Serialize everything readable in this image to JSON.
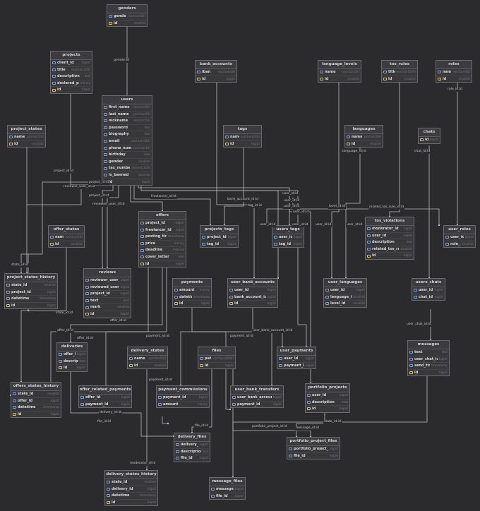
{
  "colors": {
    "background": "#2b2b2d",
    "table_bg": "#38383b",
    "table_border": "#6a6a70",
    "connector": "#bdbdbd",
    "column_icon": "#7f9fd6"
  },
  "tables": [
    {
      "id": "genders",
      "name": "genders",
      "columns": [
        {
          "name": "gender",
          "type": "varchar(50)"
        },
        {
          "name": "id",
          "type": "smallint"
        }
      ]
    },
    {
      "id": "projects",
      "name": "projects",
      "columns": [
        {
          "name": "client_id",
          "type": "bigint"
        },
        {
          "name": "title",
          "type": "varchar(200)"
        },
        {
          "name": "description",
          "type": "text"
        },
        {
          "name": "declared_price",
          "type": "money"
        },
        {
          "name": "id",
          "type": "bigint"
        }
      ]
    },
    {
      "id": "bank_accounts",
      "name": "bank_accounts",
      "columns": [
        {
          "name": "iban",
          "type": "varchar(34)"
        },
        {
          "name": "id",
          "type": "bigint"
        }
      ]
    },
    {
      "id": "language_levels",
      "name": "language_levels",
      "columns": [
        {
          "name": "name",
          "type": "varchar(50)"
        },
        {
          "name": "id",
          "type": "smallint"
        }
      ]
    },
    {
      "id": "tos_rules",
      "name": "tos_rules",
      "columns": [
        {
          "name": "title",
          "type": "varchar(500)"
        },
        {
          "name": "id",
          "type": "smallint"
        }
      ]
    },
    {
      "id": "roles",
      "name": "roles",
      "columns": [
        {
          "name": "name",
          "type": "varchar(50)"
        },
        {
          "name": "id",
          "type": "smallint"
        }
      ]
    },
    {
      "id": "users",
      "name": "users",
      "columns": [
        {
          "name": "first_name",
          "type": "varchar(50)"
        },
        {
          "name": "last_name",
          "type": "varchar(50)"
        },
        {
          "name": "nickname",
          "type": "varchar(50)"
        },
        {
          "name": "password",
          "type": "text"
        },
        {
          "name": "biography",
          "type": "text"
        },
        {
          "name": "email",
          "type": "varchar(320)"
        },
        {
          "name": "phone_number",
          "type": "varchar(16)"
        },
        {
          "name": "birthday",
          "type": "date"
        },
        {
          "name": "gender",
          "type": "smallint"
        },
        {
          "name": "tax_number",
          "type": "varchar(100)"
        },
        {
          "name": "is_banned",
          "type": "boolean"
        },
        {
          "name": "id",
          "type": "bigint"
        }
      ]
    },
    {
      "id": "project_states",
      "name": "project_states",
      "columns": [
        {
          "name": "name",
          "type": "varchar(50)"
        },
        {
          "name": "id",
          "type": "smallint"
        }
      ]
    },
    {
      "id": "tags",
      "name": "tags",
      "columns": [
        {
          "name": "name",
          "type": "varchar(200)"
        },
        {
          "name": "id",
          "type": "bigint"
        }
      ]
    },
    {
      "id": "languages",
      "name": "languages",
      "columns": [
        {
          "name": "name",
          "type": "varchar(50)"
        },
        {
          "name": "id",
          "type": "smallint"
        }
      ]
    },
    {
      "id": "chats",
      "name": "chats",
      "columns": [
        {
          "name": "id",
          "type": "bigint"
        }
      ]
    },
    {
      "id": "offer_states",
      "name": "offer_states",
      "columns": [
        {
          "name": "name",
          "type": "varchar(50)"
        },
        {
          "name": "id",
          "type": "smallint"
        }
      ]
    },
    {
      "id": "offers",
      "name": "offers",
      "columns": [
        {
          "name": "project_id",
          "type": "bigint"
        },
        {
          "name": "freelancer_id",
          "type": "bigint"
        },
        {
          "name": "posting_time",
          "type": "timestamp"
        },
        {
          "name": "price",
          "type": "money"
        },
        {
          "name": "deadline",
          "type": "interval"
        },
        {
          "name": "cover_letter",
          "type": "text"
        },
        {
          "name": "id",
          "type": "bigint"
        }
      ]
    },
    {
      "id": "projects_tags",
      "name": "projects_tags",
      "columns": [
        {
          "name": "project_id",
          "type": "bigint"
        },
        {
          "name": "tag_id",
          "type": "bigint"
        }
      ]
    },
    {
      "id": "users_tags",
      "name": "users_tags",
      "columns": [
        {
          "name": "user_id",
          "type": "bigint"
        },
        {
          "name": "tag_id",
          "type": "bigint"
        }
      ]
    },
    {
      "id": "tos_violations",
      "name": "tos_violations",
      "columns": [
        {
          "name": "moderator_id",
          "type": "bigint"
        },
        {
          "name": "user_id",
          "type": "bigint"
        },
        {
          "name": "description",
          "type": "text"
        },
        {
          "name": "related_tos_rule_id",
          "type": "smallint"
        },
        {
          "name": "id",
          "type": "bigint"
        }
      ]
    },
    {
      "id": "user_roles",
      "name": "user_roles",
      "columns": [
        {
          "name": "user_id",
          "type": "bigint"
        },
        {
          "name": "role_id",
          "type": "smallint"
        }
      ]
    },
    {
      "id": "project_states_history",
      "name": "project_states_history",
      "columns": [
        {
          "name": "state_id",
          "type": "smallint"
        },
        {
          "name": "project_id",
          "type": "bigint"
        },
        {
          "name": "datetime",
          "type": "timestamp"
        },
        {
          "name": "id",
          "type": "bigint"
        }
      ]
    },
    {
      "id": "reviews",
      "name": "reviews",
      "columns": [
        {
          "name": "reviewer_user_id",
          "type": "bigint"
        },
        {
          "name": "reviewed_user_id",
          "type": "bigint"
        },
        {
          "name": "project_id",
          "type": "bigint"
        },
        {
          "name": "text",
          "type": "text"
        },
        {
          "name": "mark",
          "type": "smallint"
        },
        {
          "name": "id",
          "type": "bigint"
        }
      ]
    },
    {
      "id": "payments",
      "name": "payments",
      "columns": [
        {
          "name": "amount",
          "type": "money"
        },
        {
          "name": "datetime",
          "type": "timestamp"
        },
        {
          "name": "id",
          "type": "bigint"
        }
      ]
    },
    {
      "id": "user_bank_accounts",
      "name": "user_bank_accounts",
      "columns": [
        {
          "name": "user_id",
          "type": "bigint"
        },
        {
          "name": "bank_account_id",
          "type": "bigint"
        },
        {
          "name": "id",
          "type": "bigint"
        }
      ]
    },
    {
      "id": "user_languages",
      "name": "user_languages",
      "columns": [
        {
          "name": "user_id",
          "type": "bigint"
        },
        {
          "name": "language_id",
          "type": "smallint"
        },
        {
          "name": "level_id",
          "type": "smallint"
        }
      ]
    },
    {
      "id": "users_chats",
      "name": "users_chats",
      "columns": [
        {
          "name": "user_id",
          "type": "bigint"
        },
        {
          "name": "chat_id",
          "type": "bigint"
        }
      ]
    },
    {
      "id": "deliveries",
      "name": "deliveries",
      "columns": [
        {
          "name": "offer_id",
          "type": "bigint"
        },
        {
          "name": "description",
          "type": "text"
        },
        {
          "name": "id",
          "type": "bigint"
        }
      ]
    },
    {
      "id": "delivery_states",
      "name": "delivery_states",
      "columns": [
        {
          "name": "name",
          "type": "varchar(50)"
        },
        {
          "name": "id",
          "type": "smallint"
        }
      ]
    },
    {
      "id": "files",
      "name": "files",
      "columns": [
        {
          "name": "path",
          "type": "varchar(4096)"
        },
        {
          "name": "id",
          "type": "bigint"
        }
      ]
    },
    {
      "id": "user_payments",
      "name": "user_payments",
      "columns": [
        {
          "name": "user_id",
          "type": "bigint"
        },
        {
          "name": "payment_id",
          "type": "bigint"
        }
      ]
    },
    {
      "id": "messages",
      "name": "messages",
      "columns": [
        {
          "name": "text",
          "type": "text"
        },
        {
          "name": "user_chat_id",
          "type": "bigint"
        },
        {
          "name": "send_time",
          "type": "timestamp"
        },
        {
          "name": "id",
          "type": "bigint"
        }
      ]
    },
    {
      "id": "offers_states_history",
      "name": "offers_states_history",
      "columns": [
        {
          "name": "state_id",
          "type": "smallint"
        },
        {
          "name": "offer_id",
          "type": "bigint"
        },
        {
          "name": "datetime",
          "type": "timestamp"
        },
        {
          "name": "id",
          "type": "bigint"
        }
      ]
    },
    {
      "id": "offer_related_payments",
      "name": "offer_related_payments",
      "columns": [
        {
          "name": "offer_id",
          "type": "bigint"
        },
        {
          "name": "payment_id",
          "type": "bigint"
        }
      ]
    },
    {
      "id": "payment_commissions",
      "name": "payment_commissions",
      "columns": [
        {
          "name": "payment_id",
          "type": "bigint"
        },
        {
          "name": "amount",
          "type": "money"
        }
      ]
    },
    {
      "id": "user_bank_transfers",
      "name": "user_bank_transfers",
      "columns": [
        {
          "name": "user_bank_account_id",
          "type": "bigint"
        },
        {
          "name": "payment_id",
          "type": "bigint"
        }
      ]
    },
    {
      "id": "portfolio_projects",
      "name": "portfolio_projects",
      "columns": [
        {
          "name": "user_id",
          "type": "bigint"
        },
        {
          "name": "description",
          "type": "text"
        },
        {
          "name": "id",
          "type": "bigint"
        }
      ]
    },
    {
      "id": "delivery_files",
      "name": "delivery_files",
      "columns": [
        {
          "name": "delivery_id",
          "type": "bigint"
        },
        {
          "name": "description",
          "type": "text"
        },
        {
          "name": "file_id",
          "type": "bigint"
        }
      ]
    },
    {
      "id": "portfolio_project_files",
      "name": "portfolio_project_files",
      "columns": [
        {
          "name": "portfolio_project_id",
          "type": "bigint"
        },
        {
          "name": "file_id",
          "type": "bigint"
        }
      ]
    },
    {
      "id": "delivery_states_history",
      "name": "delivery_states_history",
      "columns": [
        {
          "name": "state_id",
          "type": "smallint"
        },
        {
          "name": "delivery_id",
          "type": "bigint"
        },
        {
          "name": "datetime",
          "type": "timestamp"
        },
        {
          "name": "id",
          "type": "bigint"
        }
      ]
    },
    {
      "id": "message_files",
      "name": "message_files",
      "columns": [
        {
          "name": "message_id",
          "type": "bigint"
        },
        {
          "name": "file_id",
          "type": "bigint"
        }
      ]
    }
  ],
  "relation_labels": [
    "gender:id",
    "project_id:id",
    "reviewer_user_id:id",
    "project_id:id",
    "project_id:id",
    "reviewed_user_id:id",
    "freelancer_id:id",
    "bank_account_id:id",
    "tag_id:id",
    "user_id:id",
    "user_id:id",
    "user_id:id",
    "user_id:id",
    "user_id:id",
    "user_id:id",
    "level_id:id",
    "language_id:id",
    "related_tos_rule_id:id",
    "chat_id:id",
    "role_id:id",
    "state_id:id",
    "state_id:id",
    "offer_id:id",
    "offer_id:id",
    "offer_id:id",
    "payment_id:id",
    "payment_id:id",
    "payment_id:id",
    "user_bank_account_id:id",
    "user_chat_id:id",
    "delivery_id:id",
    "file_id:id",
    "file_id:id",
    "portfolio_project_id:id",
    "message_id:id",
    "state_id:id",
    "moderator_id:id",
    "user_id:id",
    "user_id:id"
  ]
}
